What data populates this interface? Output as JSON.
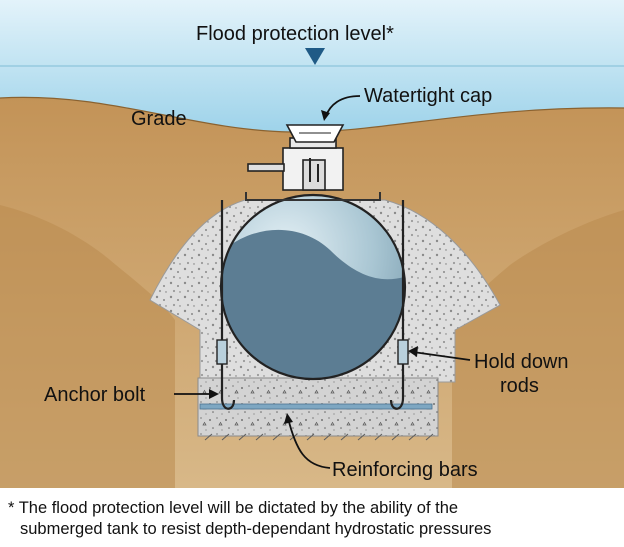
{
  "labels": {
    "flood_level": "Flood protection level*",
    "grade": "Grade",
    "watertight_cap": "Watertight cap",
    "hold_down_rods_line1": "Hold down",
    "hold_down_rods_line2": "rods",
    "anchor_bolt": "Anchor bolt",
    "reinforcing_bars": "Reinforcing bars"
  },
  "footnote": {
    "line1": "* The flood protection level will be dictated by the ability of the",
    "line2": "submerged tank to resist depth-dependant hydrostatic pressures"
  },
  "colors": {
    "water": "#bfe3f2",
    "soil": "#c9a06a",
    "soil_dark": "#a8793e",
    "gravel": "#dcdcdc",
    "concrete": "#cfcfcf",
    "tank": "#a8c8d6",
    "tank_water": "#5c7d93",
    "flood_marker": "#1f5a86"
  }
}
